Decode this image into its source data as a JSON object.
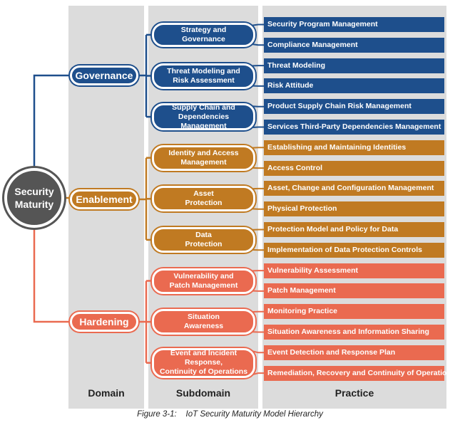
{
  "colors": {
    "governance": "#1e4f8c",
    "enablement": "#c07a22",
    "hardening": "#ea6a50",
    "root": "#555555",
    "column_bg": "#dcdcdc"
  },
  "root": {
    "label": "Security\nMaturity"
  },
  "columns": {
    "domain": "Domain",
    "subdomain": "Subdomain",
    "practice": "Practice"
  },
  "domains": [
    {
      "label": "Governance",
      "color_key": "governance",
      "subdomains": [
        {
          "label": "Strategy and\nGovernance",
          "practices": [
            "Security Program Management",
            "Compliance Management"
          ]
        },
        {
          "label": "Threat Modeling and\nRisk Assessment",
          "practices": [
            "Threat Modeling",
            "Risk Attitude"
          ]
        },
        {
          "label": "Supply Chain and\nDependencies Management",
          "practices": [
            "Product Supply Chain Risk Management",
            "Services Third-Party Dependencies Management"
          ]
        }
      ]
    },
    {
      "label": "Enablement",
      "color_key": "enablement",
      "subdomains": [
        {
          "label": "Identity and Access\nManagement",
          "practices": [
            "Establishing and Maintaining Identities",
            "Access Control"
          ]
        },
        {
          "label": "Asset\nProtection",
          "practices": [
            "Asset, Change and Configuration Management",
            "Physical Protection"
          ]
        },
        {
          "label": "Data\nProtection",
          "practices": [
            "Protection Model and Policy for Data",
            "Implementation of Data Protection Controls"
          ]
        }
      ]
    },
    {
      "label": "Hardening",
      "color_key": "hardening",
      "subdomains": [
        {
          "label": "Vulnerability and\nPatch Management",
          "practices": [
            "Vulnerability Assessment",
            "Patch Management"
          ]
        },
        {
          "label": "Situation\nAwareness",
          "practices": [
            "Monitoring Practice",
            "Situation Awareness and Information Sharing"
          ]
        },
        {
          "label": "Event and Incident\nResponse,\nContinuity of Operations",
          "practices": [
            "Event Detection and Response Plan",
            "Remediation, Recovery and Continuity of Operations"
          ]
        }
      ]
    }
  ],
  "caption": "Figure 3-1:    IoT Security Maturity Model Hierarchy"
}
